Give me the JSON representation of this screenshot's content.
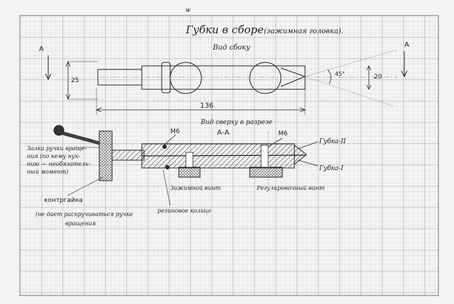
{
  "drawing": {
    "title": "Губки в сборе",
    "subtitle": "(зажимная головка).",
    "side_view_label": "Вид сбоку",
    "top_view_label": "Вид сверху   в разрезе",
    "section_mark": "А",
    "section_label": "А-А",
    "dim_height": "25",
    "dim_length": "136",
    "dim_tip": "20",
    "angle": "45°",
    "thread_left": "М6",
    "thread_right": "М6",
    "jaw_upper": "Губка-II",
    "jaw_lower": "Губка-I",
    "handle_note_lines": [
      "Залка ручки враще-",
      "ния (по нему нук-",
      "нию — необязатель-",
      "ный момент)"
    ],
    "locknut_label": "контргайка",
    "locknut_note_lines": [
      "(не дает раскручиваться ручке",
      "вращения"
    ],
    "rubber_ring": "резиновое кольцо",
    "clamp_screw": "Зажимной винт",
    "adjust_screw": "Регулировочный винт",
    "corner_mark": "ѡ"
  }
}
